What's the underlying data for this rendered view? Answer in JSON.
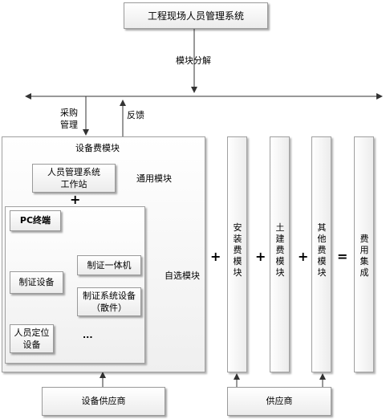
{
  "title": "工程现场人员管理系统",
  "decompose_label": "模块分解",
  "procurement_label": "采购\n管理",
  "feedback_label": "反馈",
  "equipment_module": {
    "title": "设备费模块",
    "common_box": "人员管理系统\n工作站",
    "common_label": "通用模块",
    "plus": "+",
    "pc_terminal": "PC终端",
    "cert_device": "制证设备",
    "cert_all_in_one": "制证一体机",
    "cert_system_device": "制证系统设备\n（散件）",
    "positioning_device": "人员定位\n设备",
    "ellipsis": "...",
    "optional_label": "自选模块"
  },
  "columns": {
    "install_fee": "安装费模块",
    "civil_fee": "土建费模块",
    "other_fee": "其他费模块",
    "cost_integration": "费用集成"
  },
  "operators": {
    "plus": "+",
    "equals": "="
  },
  "suppliers": {
    "equipment_supplier": "设备供应商",
    "supplier": "供应商"
  }
}
